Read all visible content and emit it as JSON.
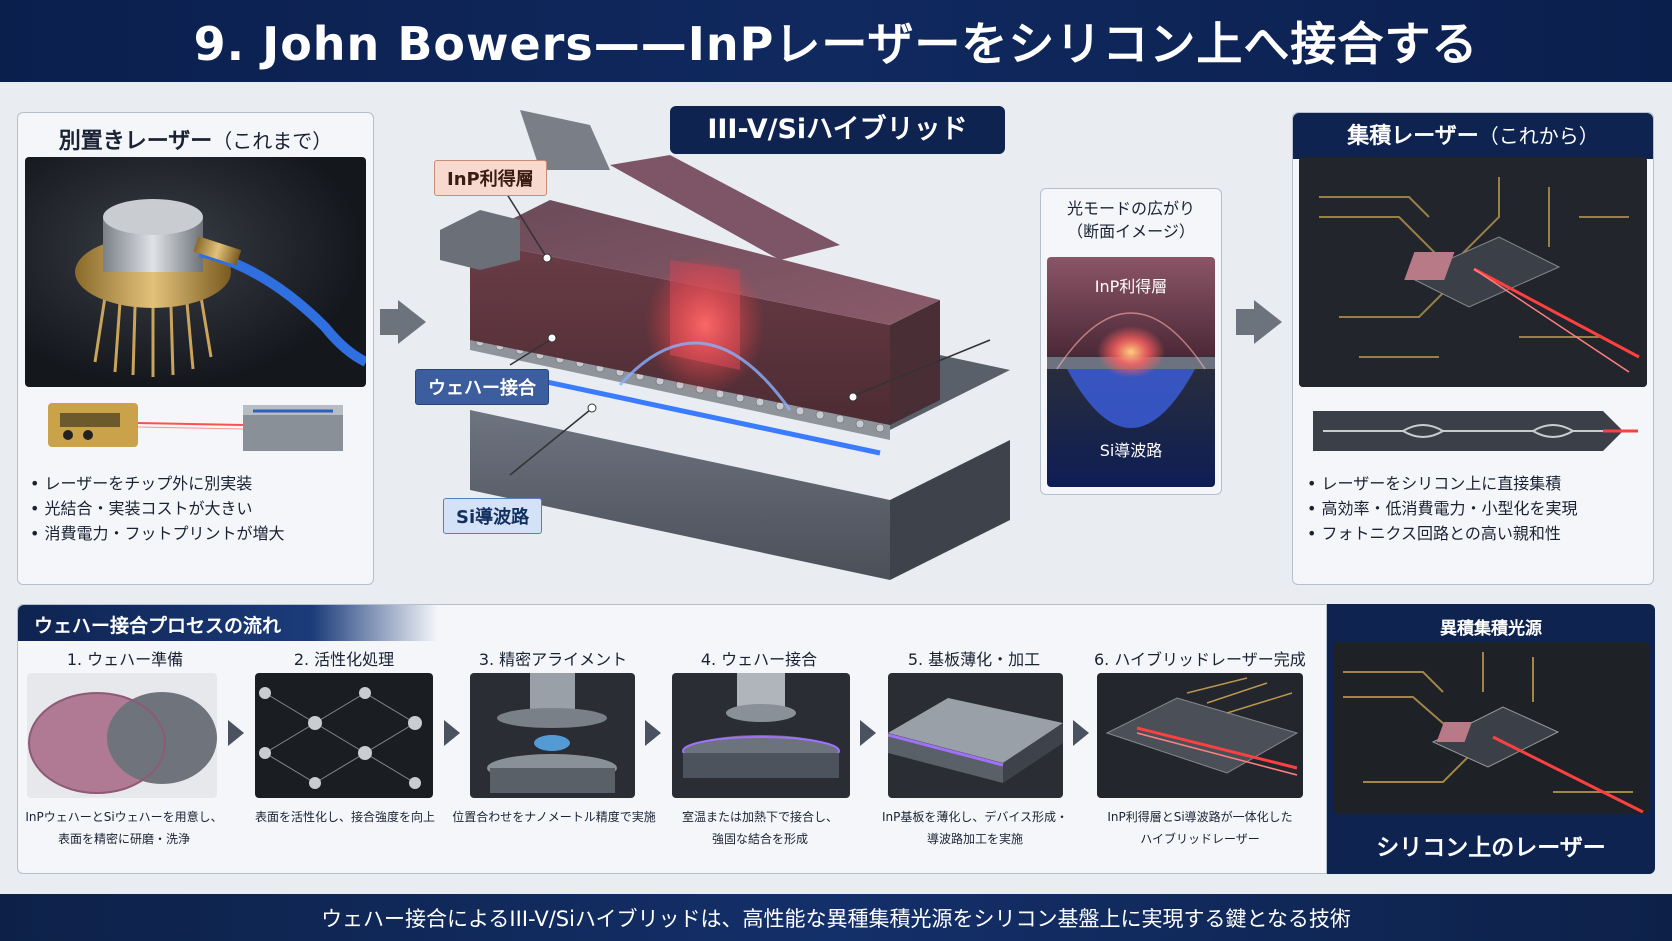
{
  "header": {
    "title": "9. John Bowers——InPレーザーをシリコン上へ接合する"
  },
  "left_panel": {
    "title": "別置きレーザー",
    "title_suffix": "（これまで）",
    "bullets": [
      "レーザーをチップ外に別実装",
      "光結合・実装コストが大きい",
      "消費電力・フットプリントが増大"
    ]
  },
  "center": {
    "title": "III-V/Siハイブリッド",
    "labels": {
      "inp_gain": "InP利得層",
      "wafer_bond": "ウェハー接合",
      "si_waveguide": "Si導波路"
    },
    "inset": {
      "title_line1": "光モードの広がり",
      "title_line2": "（断面イメージ）",
      "top_label": "InP利得層",
      "bottom_label": "Si導波路"
    }
  },
  "right_panel": {
    "title": "集積レーザー",
    "title_suffix": "（これから）",
    "bullets": [
      "レーザーをシリコン上に直接集積",
      "高効率・低消費電力・小型化を実現",
      "フォトニクス回路との高い親和性"
    ]
  },
  "process": {
    "title": "ウェハー接合プロセスの流れ",
    "steps": [
      {
        "title": "1. ウェハー準備",
        "desc1": "InPウェハーとSiウェハーを用意し、",
        "desc2": "表面を精密に研磨・洗浄"
      },
      {
        "title": "2. 活性化処理",
        "desc1": "表面を活性化し、接合強度を向上",
        "desc2": ""
      },
      {
        "title": "3. 精密アライメント",
        "desc1": "位置合わせをナノメートル精度で実施",
        "desc2": ""
      },
      {
        "title": "4. ウェハー接合",
        "desc1": "室温または加熱下で接合し、",
        "desc2": "強固な結合を形成"
      },
      {
        "title": "5. 基板薄化・加工",
        "desc1": "InP基板を薄化し、デバイス形成・",
        "desc2": "導波路加工を実施"
      },
      {
        "title": "6. ハイブリッドレーザー完成",
        "desc1": "InP利得層とSi導波路が一体化した",
        "desc2": "ハイブリッドレーザー"
      }
    ]
  },
  "hetero": {
    "title": "異積集積光源",
    "caption": "シリコン上のレーザー"
  },
  "footer": {
    "text": "ウェハー接合によるIII-V/Siハイブリッドは、高性能な異種集積光源をシリコン基盤上に実現する鍵となる技術"
  },
  "colors": {
    "navy": "#0e2350",
    "accent_red": "#ff4a4a",
    "accent_blue": "#3a7bff"
  }
}
